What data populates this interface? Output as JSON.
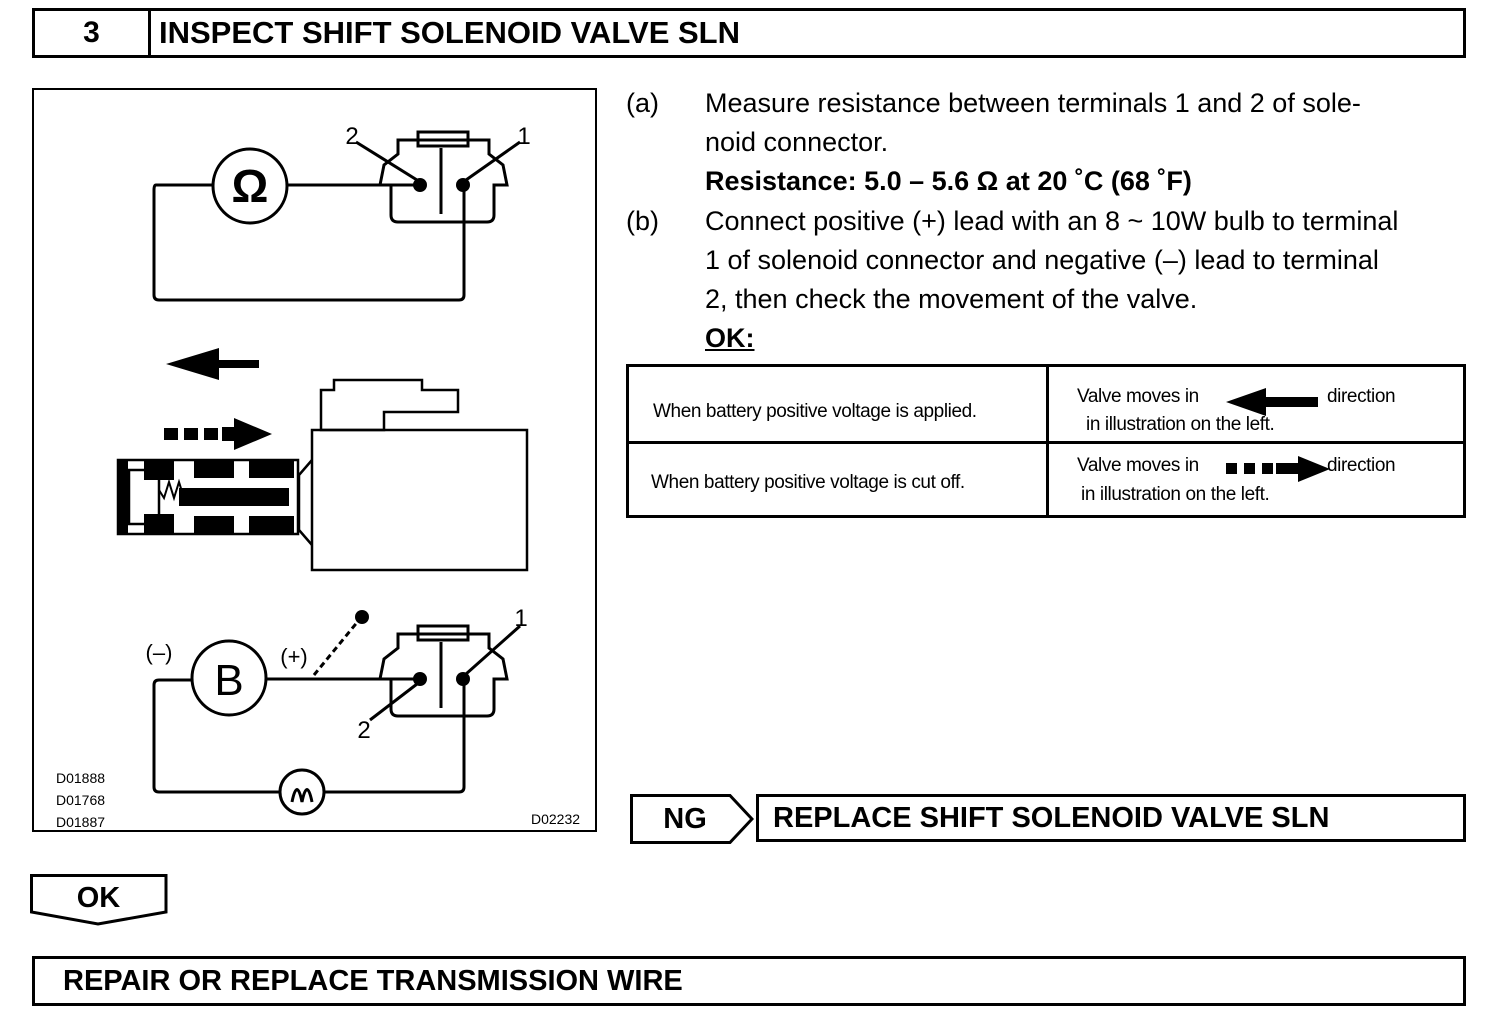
{
  "header": {
    "step_number": "3",
    "title": "INSPECT SHIFT SOLENOID VALVE SLN"
  },
  "illustration": {
    "ohm_symbol": "Ω",
    "battery_symbol": "B",
    "terminal_1": "1",
    "terminal_2": "2",
    "negative_label": "(–)",
    "positive_label": "(+)",
    "code_1": "D01888",
    "code_2": "D01768",
    "code_3": "D01887",
    "figure_code": "D02232"
  },
  "instructions": {
    "a_label": "(a)",
    "a_text": "Measure resistance between terminals 1 and 2 of sole-\nnoid connector.",
    "a_spec": "Resistance: 5.0 – 5.6 Ω at 20 ˚C (68 ˚F)",
    "b_label": "(b)",
    "b_text": "Connect positive (+) lead with an 8 ~ 10W bulb to terminal\n1 of solenoid connector and negative (–) lead to terminal\n2, then check the movement of the valve.",
    "ok_label": "OK:"
  },
  "ok_table": {
    "rows": [
      {
        "condition": "When battery positive voltage is applied.",
        "result_pre": "Valve moves in",
        "result_post": "direction",
        "result_line2": "in illustration on the left.",
        "arrow": "solid-left-arrow-icon"
      },
      {
        "condition": "When battery positive voltage is cut off.",
        "result_pre": "Valve moves in",
        "result_post": "direction",
        "result_line2": "in illustration on the left.",
        "arrow": "dashed-right-arrow-icon"
      }
    ]
  },
  "ng": {
    "tab": "NG",
    "action": "REPLACE SHIFT SOLENOID VALVE SLN"
  },
  "ok": {
    "tab": "OK"
  },
  "final_action": "REPAIR OR REPLACE TRANSMISSION WIRE"
}
